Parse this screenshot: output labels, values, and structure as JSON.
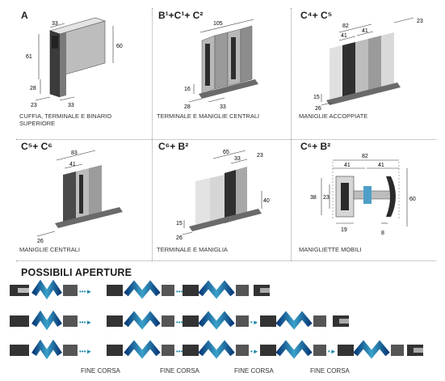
{
  "panels": [
    {
      "title": "A",
      "caption_lines": [
        "CUFFIA, TERMINALE E BINARIO",
        "SUPERIORE"
      ],
      "dims": {
        "d1": "33",
        "d2": "61",
        "d3": "60",
        "d4": "28",
        "d5": "23",
        "d6": "33"
      }
    },
    {
      "title": "B¹+C¹+ C²",
      "caption_lines": [
        "TERMINALE E MANIGLIE CENTRALI"
      ],
      "dims": {
        "d1": "105",
        "d2": "16",
        "d3": "28",
        "d4": "33"
      }
    },
    {
      "title": "C⁴+ C⁵",
      "caption_lines": [
        "MANIGLIE ACCOPPIATE"
      ],
      "dims": {
        "d1": "82",
        "d2": "41",
        "d3": "41",
        "d4": "23",
        "d5": "15",
        "d6": "26"
      }
    },
    {
      "title": "C⁵+ C⁶",
      "caption_lines": [
        "MANIGLIE CENTRALI"
      ],
      "dims": {
        "d1": "83",
        "d2": "41",
        "d3": "26"
      }
    },
    {
      "title": "C⁶+ B²",
      "caption_lines": [
        "TERMINALE E MANIGLIA"
      ],
      "dims": {
        "d1": "65",
        "d2": "33",
        "d3": "23",
        "d4": "40",
        "d5": "15",
        "d6": "26"
      }
    },
    {
      "title": "C⁶+ B²",
      "caption_lines": [
        "MANIGLIETTE MOBILI"
      ],
      "dims": {
        "d1": "82",
        "d2": "41",
        "d3": "41",
        "d4": "38",
        "d5": "23",
        "d6": "60",
        "d7": "19",
        "d8": "8"
      }
    }
  ],
  "apertures": {
    "title": "POSSIBILI APERTURE",
    "fine_corsa": [
      "FINE CORSA",
      "FINE CORSA",
      "FINE CORSA",
      "FINE CORSA"
    ]
  },
  "colors": {
    "accent": "#1e88a8",
    "frame": "#3a3a3a",
    "panel": "#cfcfcf",
    "arrow": "#1f4e9e"
  }
}
